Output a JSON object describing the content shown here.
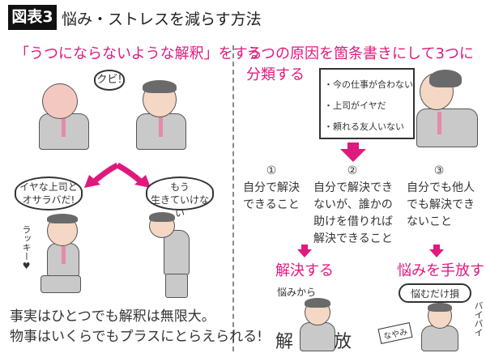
{
  "header": {
    "badge": "図表3",
    "title": "悩み・ストレスを減らす方法"
  },
  "colors": {
    "accent": "#e0197d",
    "badge_bg": "#111111"
  },
  "left": {
    "heading": "「うつにならないような解釈」をする",
    "boss_bubble": "クビ!",
    "happy_bubble": [
      "イヤな上司と",
      "オサラバだ!"
    ],
    "sad_bubble": [
      "もう",
      "生きていけない"
    ],
    "lucky": "ラッキー♥",
    "conclusion": [
      "事実はひとつでも解釈は無限大。",
      "物事はいくらでもプラスにとらえられる!"
    ]
  },
  "right": {
    "heading": [
      "うつの原因を箇条書きにして3つに",
      "分類する"
    ],
    "board_items": [
      "・今の仕事が合わない",
      "・上司がイヤだ",
      "・頼れる友人いない"
    ],
    "categories": [
      {
        "num": "①",
        "lines": [
          "自分で解決",
          "できること"
        ]
      },
      {
        "num": "②",
        "lines": [
          "自分で解決でき",
          "ないが、誰かの",
          "助けを借りれば",
          "解決できること"
        ]
      },
      {
        "num": "③",
        "lines": [
          "自分でも他人",
          "でも解決でき",
          "ないこと"
        ]
      }
    ],
    "outcomes": [
      {
        "label": "解決する",
        "caption": "悩みから",
        "chars": [
          "解",
          "放"
        ]
      },
      {
        "label": "悩みを手放す",
        "bubble": "悩むだけ損",
        "note": "なやみ",
        "byebye": "バイバイ"
      }
    ]
  }
}
